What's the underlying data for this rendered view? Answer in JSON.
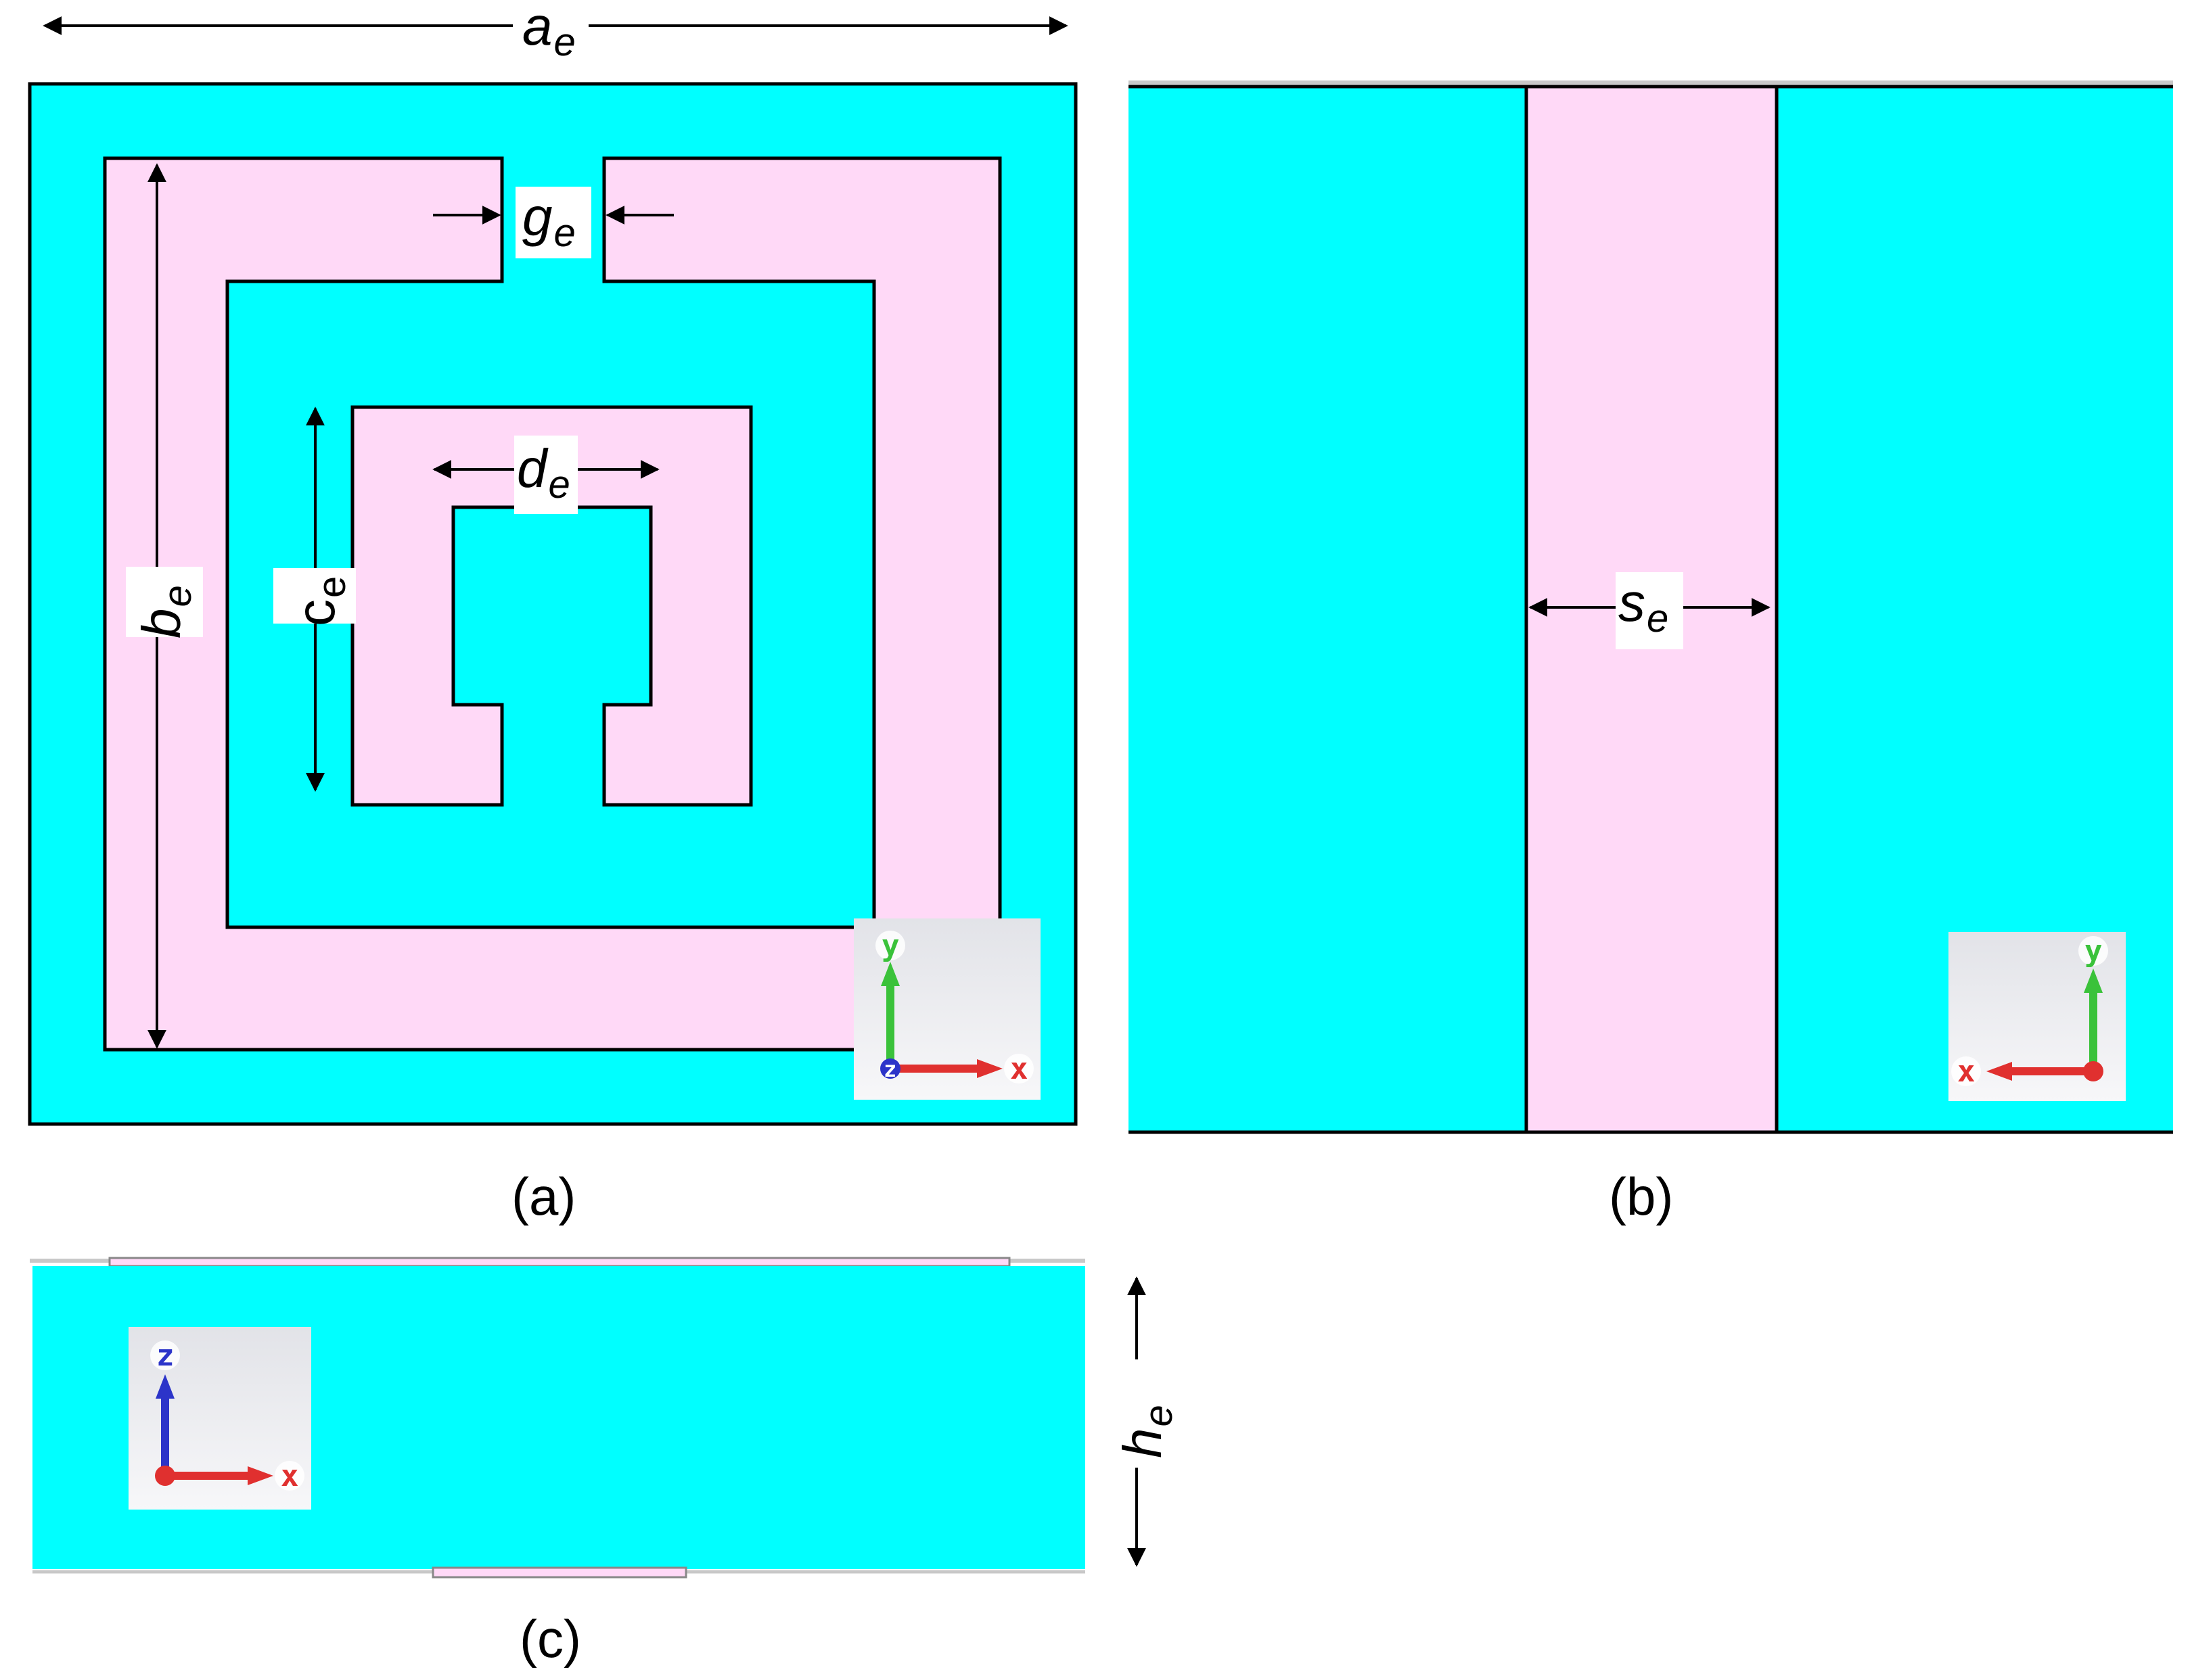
{
  "colors": {
    "substrate": "#00ffff",
    "metal": "#ffd9f7",
    "outline": "#000000",
    "x_axis": "#e0302f",
    "y_axis": "#3ac23a",
    "z_axis": "#2c34c9"
  },
  "dimensions": {
    "a": {
      "main": "a",
      "sub": "e"
    },
    "b": {
      "main": "b",
      "sub": "e"
    },
    "c": {
      "main": "c",
      "sub": "e"
    },
    "d": {
      "main": "d",
      "sub": "e"
    },
    "g": {
      "main": "g",
      "sub": "e"
    },
    "s": {
      "main": "s",
      "sub": "e"
    },
    "h": {
      "main": "h",
      "sub": "e"
    }
  },
  "captions": {
    "a": "(a)",
    "b": "(b)",
    "c": "(c)"
  },
  "axes": {
    "x": "x",
    "y": "y",
    "z": "z"
  }
}
